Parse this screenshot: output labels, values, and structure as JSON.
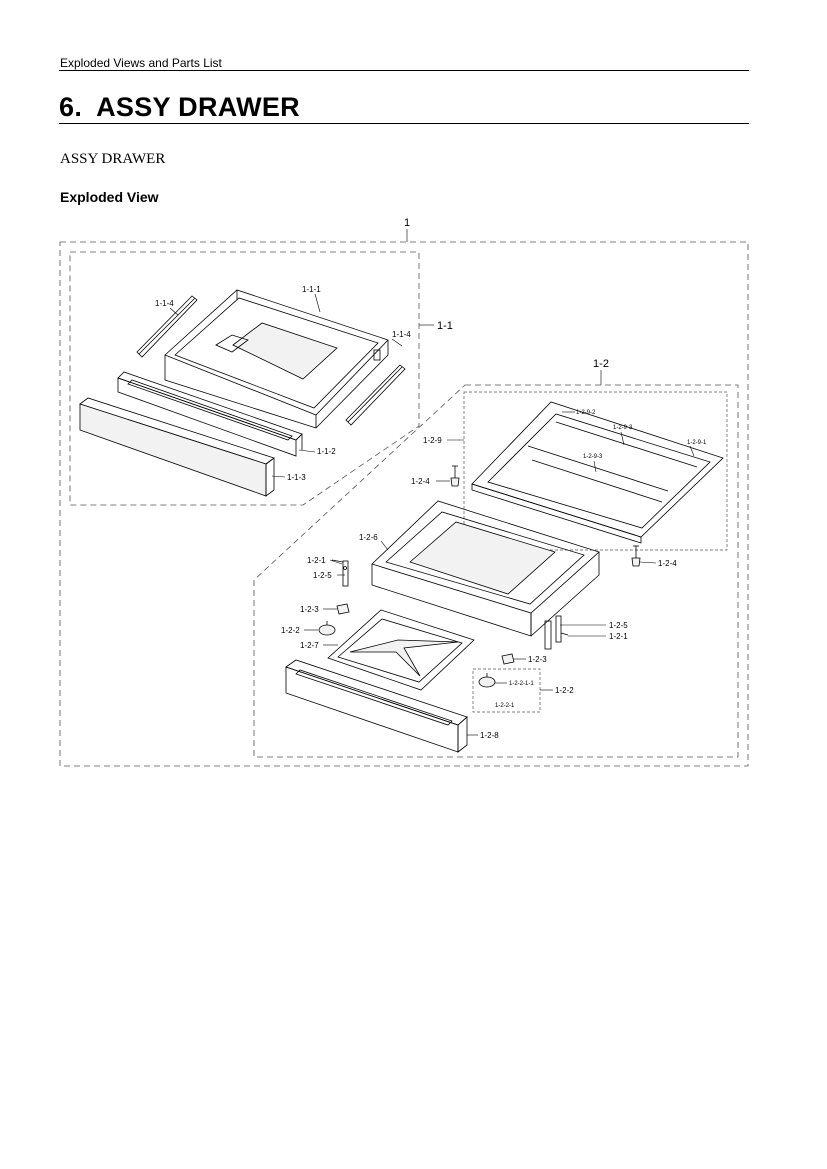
{
  "header": {
    "text": "Exploded Views and Parts List"
  },
  "section": {
    "number": "6.",
    "title": "ASSY DRAWER"
  },
  "subtitle": "ASSY DRAWER",
  "view_heading": "Exploded View",
  "labels": {
    "l_1": "1",
    "l_1_1": "1-1",
    "l_1_1_1": "1-1-1",
    "l_1_1_2": "1-1-2",
    "l_1_1_3": "1-1-3",
    "l_1_1_4_left": "1-1-4",
    "l_1_1_4_right": "1-1-4",
    "l_1_2": "1-2",
    "l_1_2_9": "1-2-9",
    "l_1_2_9_1": "1-2-9-1",
    "l_1_2_9_2": "1-2-9-2",
    "l_1_2_9_3_a": "1-2-9-3",
    "l_1_2_9_3_b": "1-2-9-3",
    "l_1_2_4_left": "1-2-4",
    "l_1_2_4_right": "1-2-4",
    "l_1_2_6": "1-2-6",
    "l_1_2_1_left": "1-2-1",
    "l_1_2_5_left": "1-2-5",
    "l_1_2_5_right": "1-2-5",
    "l_1_2_1_right": "1-2-1",
    "l_1_2_3_left": "1-2-3",
    "l_1_2_3_right": "1-2-3",
    "l_1_2_2_left": "1-2-2",
    "l_1_2_2_right": "1-2-2",
    "l_1_2_7": "1-2-7",
    "l_1_2_2_1": "1-2-2-1",
    "l_1_2_2_1_1": "1-2-2-1-1",
    "l_1_2_8": "1-2-8"
  }
}
